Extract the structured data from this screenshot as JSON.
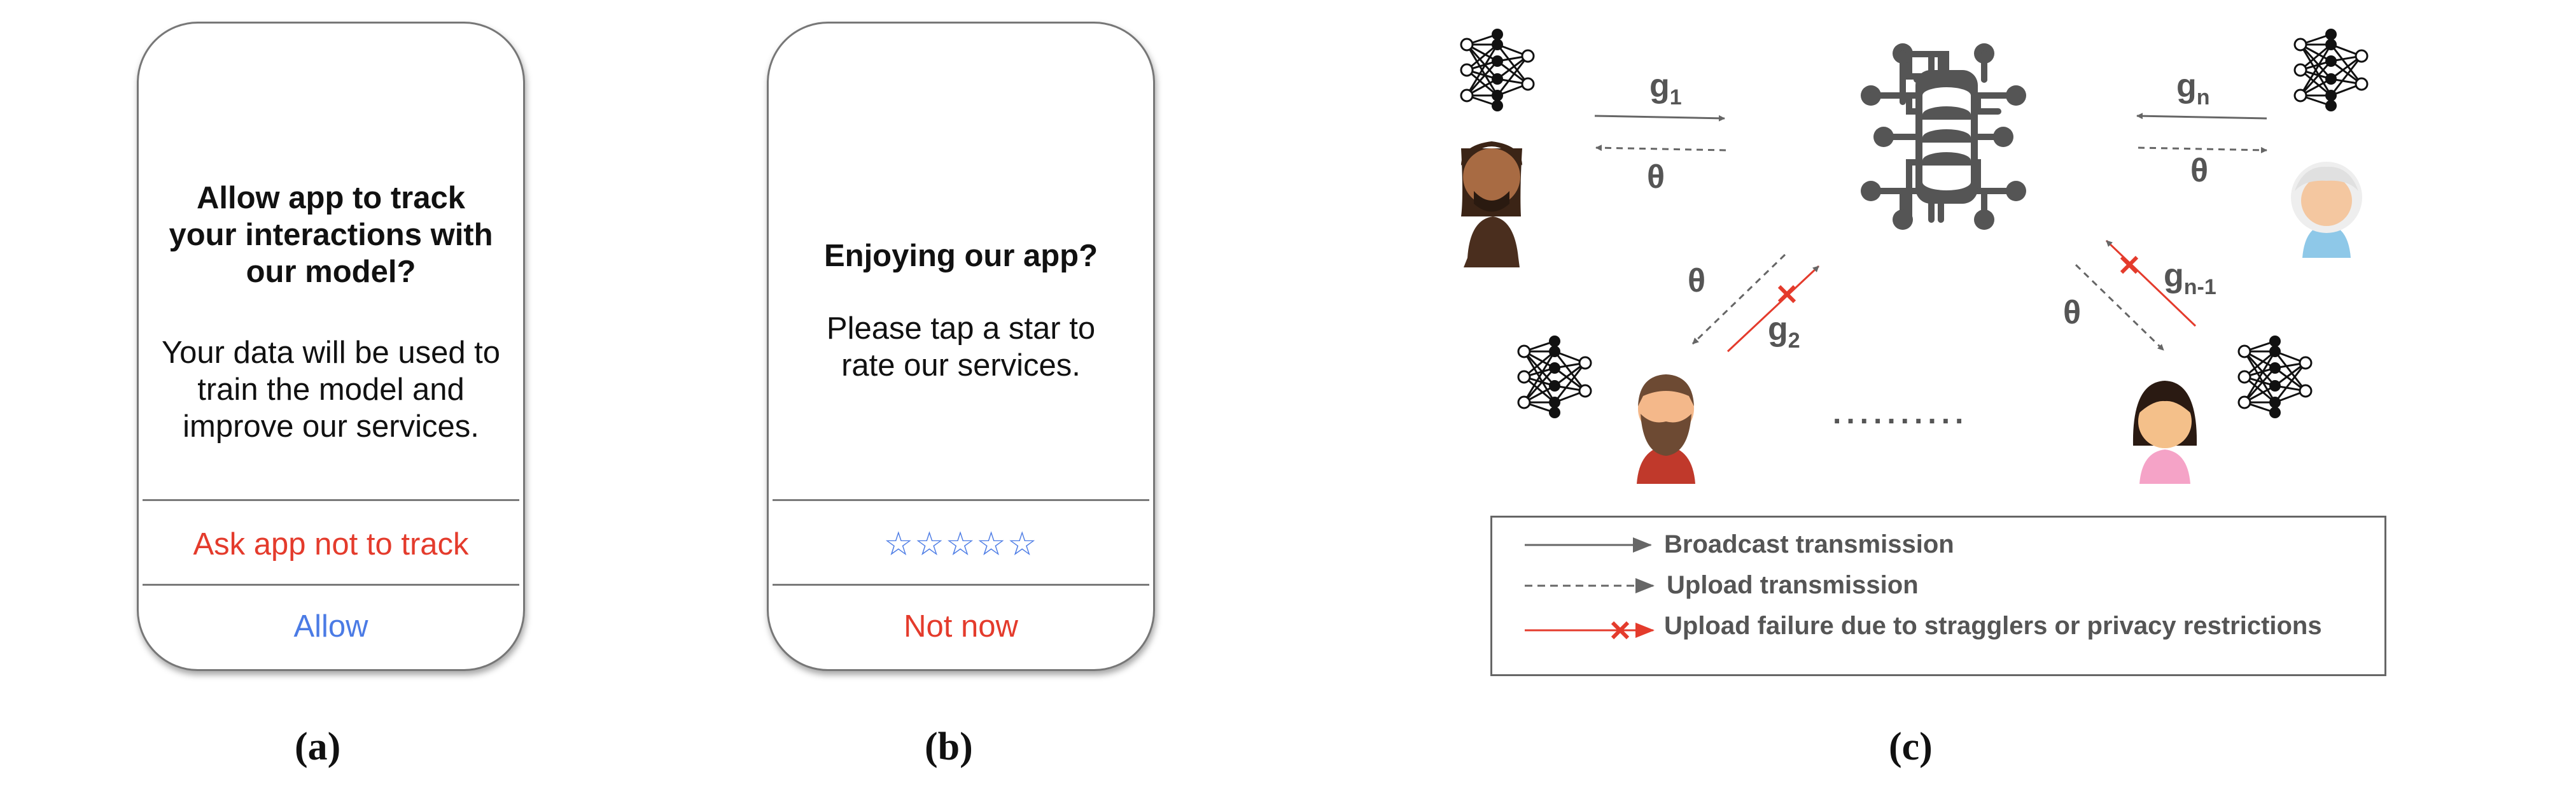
{
  "phone_a": {
    "title": "Allow app to track your interactions with our model?",
    "body": "Your data will be used to train the model and improve our services.",
    "deny_label": "Ask app not to track",
    "allow_label": "Allow",
    "caption": "(a)"
  },
  "phone_b": {
    "title": "Enjoying our app?",
    "body": "Please tap a star to rate our services.",
    "stars": "☆☆☆☆☆",
    "star_rating": 0,
    "dismiss_label": "Not now",
    "caption": "(b)"
  },
  "diagram": {
    "caption": "(c)",
    "labels": {
      "g1_base": "g",
      "g1_sub": "1",
      "gn_base": "g",
      "gn_sub": "n",
      "g2_base": "g",
      "g2_sub": "2",
      "gn1_base": "g",
      "gn1_sub": "n-1",
      "theta": "θ"
    },
    "ellipsis": "..........",
    "legend": {
      "broadcast": "Broadcast transmission",
      "upload": "Upload transmission",
      "failure": "Upload failure due to stragglers or privacy restrictions"
    },
    "colors": {
      "arrow": "#666666",
      "failure": "#e43b2c",
      "server": "#555555"
    }
  }
}
